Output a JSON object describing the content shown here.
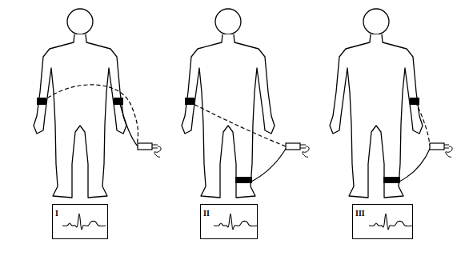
{
  "diagram": {
    "nodes": [
      {
        "text": [
          "I"
        ]
      },
      {
        "text": [
          "II"
        ]
      },
      {
        "text": [
          "III"
        ]
      }
    ]
  }
}
